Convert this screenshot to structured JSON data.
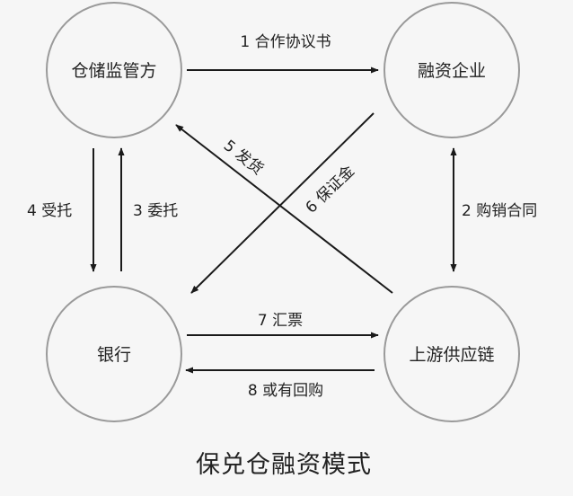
{
  "nodes": {
    "warehouse": "仓储监管方",
    "enterprise": "融资企业",
    "bank": "银行",
    "supplier": "上游供应链"
  },
  "edges": {
    "e1": "1 合作协议书",
    "e2": "2 购销合同",
    "e3": "3 委托",
    "e4": "4 受托",
    "e5": "5 发货",
    "e6": "6 保证金",
    "e7": "7 汇票",
    "e8": "8 或有回购"
  },
  "title": "保兑仓融资模式",
  "colors": {
    "background": "#f6f6f6",
    "node_stroke": "#9a9a9a",
    "arrow": "#1a1a1a",
    "text": "#222222"
  }
}
